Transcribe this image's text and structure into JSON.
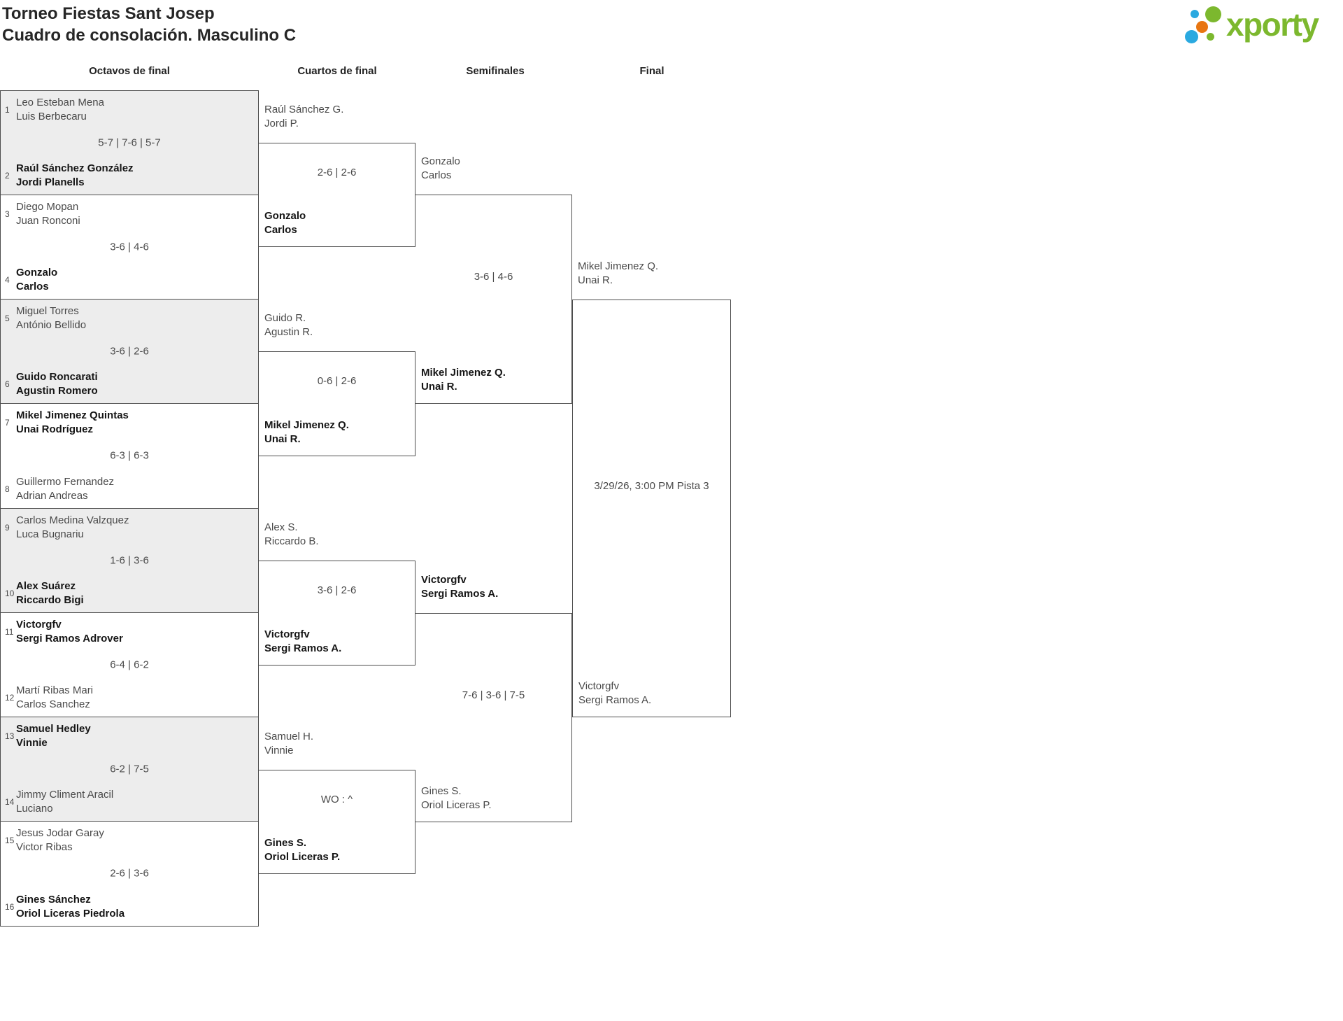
{
  "page": {
    "title_line1": "Torneo Fiestas Sant Josep",
    "title_line2": "Cuadro de consolación. Masculino C"
  },
  "logo": {
    "brand": "xporty",
    "colors": {
      "green": "#7cb82e",
      "blue": "#2aa9e0",
      "orange": "#e87611"
    }
  },
  "colors": {
    "shaded_block": "#ededed",
    "border": "#4d4d4d",
    "text_normal": "#4a4a4a",
    "text_winner": "#161616"
  },
  "round_headers": [
    "Octavos de final",
    "Cuartos de final",
    "Semifinales",
    "Final"
  ],
  "octavos": [
    {
      "seed_top": "1",
      "top": [
        "Leo Esteban Mena",
        "Luis Berbecaru"
      ],
      "score": "5-7 | 7-6 | 5-7",
      "seed_bottom": "2",
      "bottom": [
        "Raúl Sánchez González",
        "Jordi Planells"
      ],
      "winner": "bottom"
    },
    {
      "seed_top": "3",
      "top": [
        "Diego Mopan",
        "Juan Ronconi"
      ],
      "score": "3-6 | 4-6",
      "seed_bottom": "4",
      "bottom": [
        "Gonzalo",
        "Carlos"
      ],
      "winner": "bottom"
    },
    {
      "seed_top": "5",
      "top": [
        "Miguel Torres",
        "António Bellido"
      ],
      "score": "3-6 | 2-6",
      "seed_bottom": "6",
      "bottom": [
        "Guido Roncarati",
        "Agustin Romero"
      ],
      "winner": "bottom"
    },
    {
      "seed_top": "7",
      "top": [
        "Mikel Jimenez Quintas",
        "Unai Rodríguez"
      ],
      "score": "6-3 | 6-3",
      "seed_bottom": "8",
      "bottom": [
        "Guillermo Fernandez",
        "Adrian Andreas"
      ],
      "winner": "top"
    },
    {
      "seed_top": "9",
      "top": [
        "Carlos Medina Valzquez",
        "Luca Bugnariu"
      ],
      "score": "1-6 | 3-6",
      "seed_bottom": "10",
      "bottom": [
        "Alex Suárez",
        "Riccardo Bigi"
      ],
      "winner": "bottom"
    },
    {
      "seed_top": "11",
      "top": [
        "Victorgfv",
        "Sergi Ramos Adrover"
      ],
      "score": "6-4 | 6-2",
      "seed_bottom": "12",
      "bottom": [
        "Martí Ribas Mari",
        "Carlos Sanchez"
      ],
      "winner": "top"
    },
    {
      "seed_top": "13",
      "top": [
        "Samuel Hedley",
        "Vinnie"
      ],
      "score": "6-2 | 7-5",
      "seed_bottom": "14",
      "bottom": [
        "Jimmy Climent Aracil",
        "Luciano"
      ],
      "winner": "top"
    },
    {
      "seed_top": "15",
      "top": [
        "Jesus Jodar Garay",
        "Victor Ribas"
      ],
      "score": "2-6 | 3-6",
      "seed_bottom": "16",
      "bottom": [
        "Gines Sánchez",
        "Oriol Liceras Piedrola"
      ],
      "winner": "bottom"
    }
  ],
  "cuartos": [
    {
      "top": [
        "Raúl Sánchez G.",
        "Jordi P."
      ],
      "score": "2-6 | 2-6",
      "bottom": [
        "Gonzalo",
        "Carlos"
      ],
      "winner": "bottom"
    },
    {
      "top": [
        "Guido R.",
        "Agustin R."
      ],
      "score": "0-6 | 2-6",
      "bottom": [
        "Mikel Jimenez Q.",
        "Unai R."
      ],
      "winner": "bottom"
    },
    {
      "top": [
        "Alex S.",
        "Riccardo B."
      ],
      "score": "3-6 | 2-6",
      "bottom": [
        "Victorgfv",
        "Sergi Ramos A."
      ],
      "winner": "bottom"
    },
    {
      "top": [
        "Samuel H.",
        "Vinnie"
      ],
      "score": "WO : ^",
      "bottom": [
        "Gines S.",
        "Oriol Liceras P."
      ],
      "winner": "bottom"
    }
  ],
  "semifinales": [
    {
      "top": [
        "Gonzalo",
        "Carlos"
      ],
      "score": "3-6 | 4-6",
      "bottom": [
        "Mikel Jimenez Q.",
        "Unai R."
      ],
      "winner": "bottom"
    },
    {
      "top": [
        "Victorgfv",
        "Sergi Ramos A."
      ],
      "score": "7-6 | 3-6 | 7-5",
      "bottom": [
        "Gines S.",
        "Oriol Liceras P."
      ],
      "winner": "top"
    }
  ],
  "final": {
    "top": [
      "Mikel Jimenez Q.",
      "Unai R."
    ],
    "schedule": "3/29/26, 3:00 PM Pista 3",
    "bottom": [
      "Victorgfv",
      "Sergi Ramos A."
    ]
  }
}
